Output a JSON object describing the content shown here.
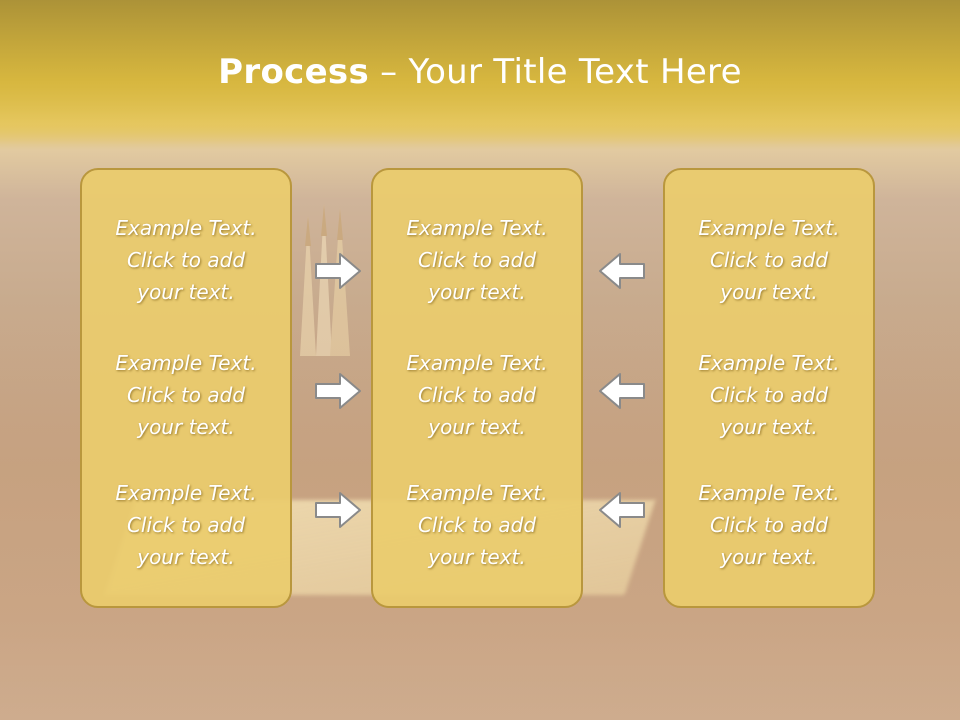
{
  "title": {
    "bold": "Process",
    "rest": " – Your Title Text Here"
  },
  "columns": [
    {
      "blocks": [
        {
          "line1": "Example Text.",
          "line2": "Click  to add",
          "line3": "your text."
        },
        {
          "line1": "Example Text.",
          "line2": "Click  to add",
          "line3": "your text."
        },
        {
          "line1": "Example Text.",
          "line2": "Click  to add",
          "line3": "your text."
        }
      ]
    },
    {
      "blocks": [
        {
          "line1": "Example Text.",
          "line2": "Click  to add",
          "line3": "your text."
        },
        {
          "line1": "Example Text.",
          "line2": "Click  to add",
          "line3": "your text."
        },
        {
          "line1": "Example Text.",
          "line2": "Click  to add",
          "line3": "your text."
        }
      ]
    },
    {
      "blocks": [
        {
          "line1": "Example Text.",
          "line2": "Click  to add",
          "line3": "your text."
        },
        {
          "line1": "Example Text.",
          "line2": "Click  to add",
          "line3": "your text."
        },
        {
          "line1": "Example Text.",
          "line2": "Click  to add",
          "line3": "your text."
        }
      ]
    }
  ],
  "arrows": {
    "left_group": "arrow-right-icon",
    "right_group": "arrow-left-icon"
  },
  "colors": {
    "box_fill": "#eacc6c",
    "box_border": "#b9973d",
    "arrow_fill": "#ffffff",
    "arrow_stroke": "#8a8a8a",
    "band": "#d6b63e"
  }
}
